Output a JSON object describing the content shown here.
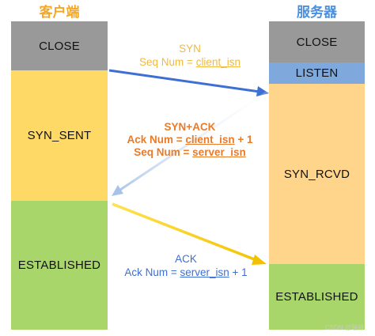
{
  "client": {
    "title": "客户端",
    "states": [
      "CLOSE",
      "SYN_SENT",
      "ESTABLISHED"
    ]
  },
  "server": {
    "title": "服务器",
    "states": [
      "CLOSE",
      "LISTEN",
      "SYN_RCVD",
      "ESTABLISHED"
    ]
  },
  "messages": {
    "syn": {
      "name": "SYN",
      "line_prefix": "Seq Num = ",
      "line_value": "client_isn"
    },
    "synack": {
      "name": "SYN+ACK",
      "line1_prefix": "Ack Num = ",
      "line1_value": "client_isn",
      "line1_suffix": " + 1",
      "line2_prefix": "Seq Num = ",
      "line2_value": "server_isn"
    },
    "ack": {
      "name": "ACK",
      "line_prefix": "Ack Num = ",
      "line_value": "server_isn",
      "line_suffix": " + 1"
    }
  },
  "colors": {
    "close": "#999999",
    "syn_sent": "#FFD966",
    "syn_rcvd": "#FFD58C",
    "established": "#A9D66B",
    "listen": "#7FA9DC",
    "syn_arrow": "#3E6FD3",
    "synack_arrow": "#A7C4E8",
    "ack_arrow": "#F2C200"
  },
  "watermark": "CSDN @瑞神"
}
